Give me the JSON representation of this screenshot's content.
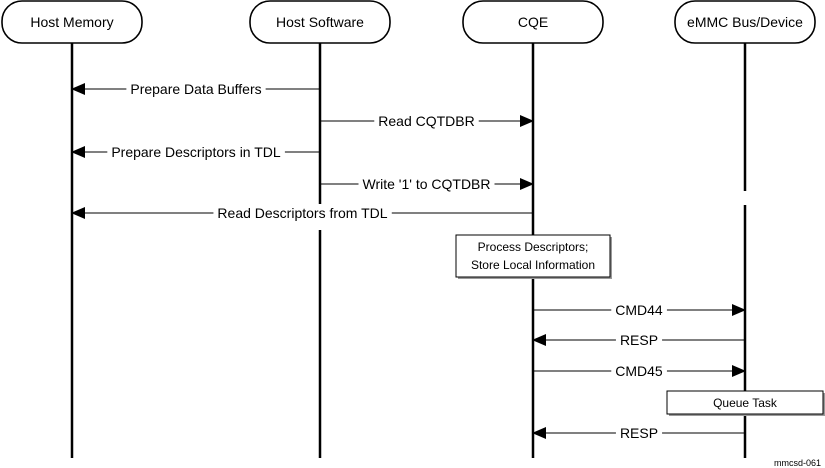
{
  "actors": [
    {
      "id": "host_memory",
      "label": "Host Memory"
    },
    {
      "id": "host_software",
      "label": "Host Software"
    },
    {
      "id": "cqe",
      "label": "CQE"
    },
    {
      "id": "emmc",
      "label": "eMMC Bus/Device"
    }
  ],
  "messages": [
    {
      "from": "host_software",
      "to": "host_memory",
      "label": "Prepare Data Buffers"
    },
    {
      "from": "host_software",
      "to": "cqe",
      "label": "Read CQTDBR"
    },
    {
      "from": "host_software",
      "to": "host_memory",
      "label": "Prepare Descriptors in TDL"
    },
    {
      "from": "host_software",
      "to": "cqe",
      "label": "Write '1' to CQTDBR"
    },
    {
      "from": "cqe",
      "to": "host_memory",
      "label": "Read Descriptors from TDL"
    },
    {
      "from": "cqe",
      "to": "emmc",
      "label": "CMD44"
    },
    {
      "from": "emmc",
      "to": "cqe",
      "label": "RESP"
    },
    {
      "from": "cqe",
      "to": "emmc",
      "label": "CMD45"
    },
    {
      "from": "emmc",
      "to": "cqe",
      "label": "RESP"
    }
  ],
  "notes": [
    {
      "actor": "cqe",
      "lines": [
        "Process Descriptors;",
        "Store Local Information"
      ]
    },
    {
      "actor": "emmc",
      "lines": [
        "Queue Task"
      ]
    }
  ],
  "figure_id": "mmcsd-061"
}
